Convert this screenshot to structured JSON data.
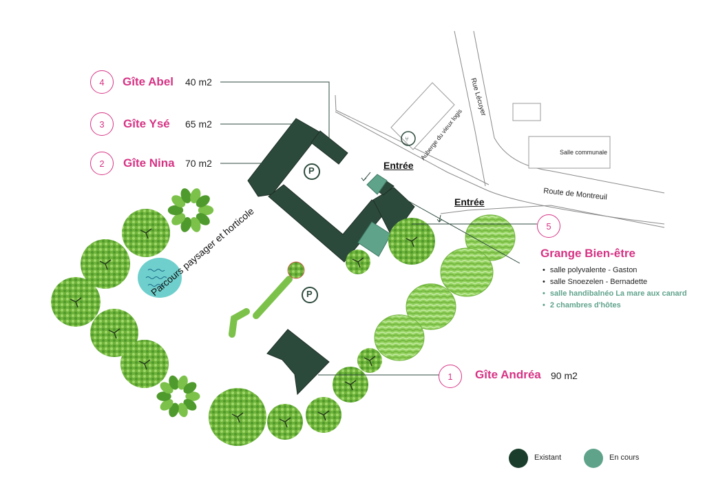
{
  "gites": [
    {
      "number": "4",
      "name": "Gîte Abel",
      "area": "40 m2"
    },
    {
      "number": "3",
      "name": "Gîte Ysé",
      "area": "65 m2"
    },
    {
      "number": "2",
      "name": "Gîte Nina",
      "area": "70 m2"
    },
    {
      "number": "1",
      "name": "Gîte Andréa",
      "area": "90 m2"
    }
  ],
  "grange": {
    "number": "5",
    "title": "Grange Bien-être",
    "features": [
      {
        "text": "salle polyvalente - Gaston",
        "status": "existant"
      },
      {
        "text": "salle Snoezelen - Bernadette",
        "status": "existant"
      },
      {
        "text": "salle handibalnéo La mare aux canard",
        "status": "en_cours"
      },
      {
        "text": "2 chambres d'hôtes",
        "status": "en_cours"
      }
    ]
  },
  "map_labels": {
    "entree_1": "Entrée",
    "entree_2": "Entrée",
    "parcours": "Parcours paysager et horticole",
    "rue_lecuyer": "Rue Lécuyer",
    "auberge": "Auberge du vieux logis",
    "salle_communale": "Salle communale",
    "route_montreuil": "Route de Montreuil",
    "parking": "P"
  },
  "legend": [
    {
      "label": "Existant",
      "color": "#1b3d2c"
    },
    {
      "label": "En cours",
      "color": "#5fa38b"
    }
  ],
  "colors": {
    "accent_pink": "#d63384",
    "building_existing": "#2c4a3c",
    "building_in_progress": "#5fa38b",
    "pond": "#6fcfcc",
    "tree_light": "#8fcf5a",
    "tree_dark": "#4f9a2c"
  }
}
